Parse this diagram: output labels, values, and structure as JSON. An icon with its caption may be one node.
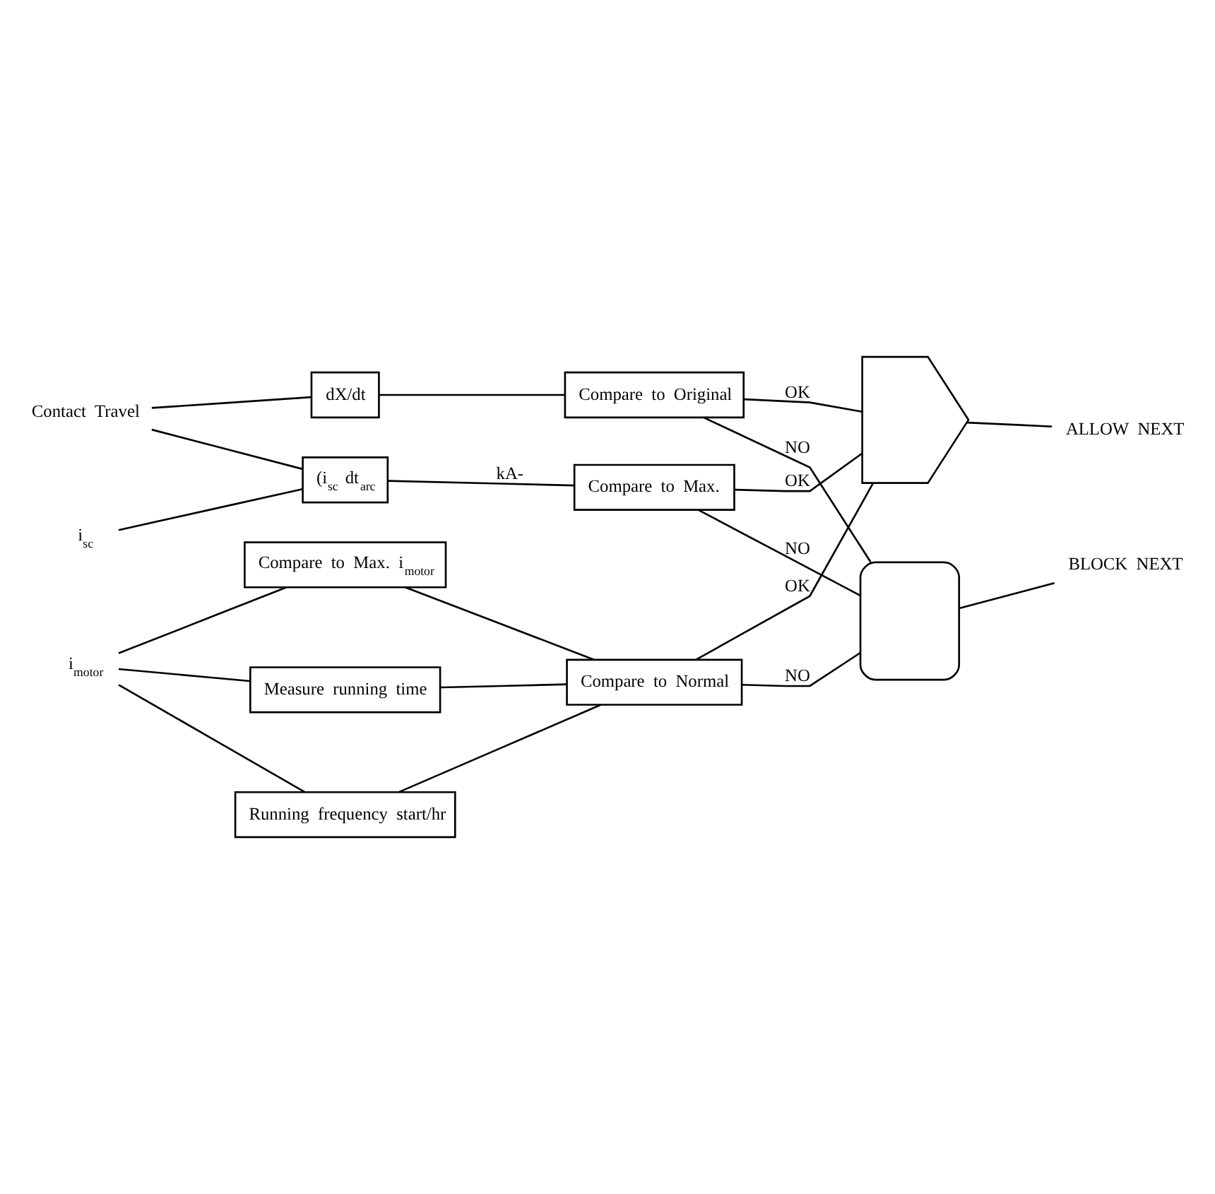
{
  "diagram": {
    "nodes": [
      {
        "text": [
          "Contact Travel"
        ]
      },
      {
        "text": [
          "dX/dt"
        ]
      },
      {
        "text": [
          "Compare to Original"
        ]
      },
      {
        "text": [
          "i$_{sc}$"
        ]
      },
      {
        "text": [
          "(i$_{sc}$ dt$_{arc}$"
        ]
      },
      {
        "text": [
          "Compare to Max."
        ]
      },
      {
        "text": [],
        "shape": "gate"
      },
      {
        "text": [
          "ALLOW NEXT"
        ]
      },
      {
        "text": [],
        "shape": "gate"
      },
      {
        "text": [
          "BLOCK NEXT"
        ]
      },
      {
        "text": [
          "i$_{motor}$"
        ]
      },
      {
        "text": [
          "Compare to Max. i$_{motor}$"
        ]
      },
      {
        "text": [
          "Measure running time"
        ]
      },
      {
        "text": [
          "Running frequency start/hr"
        ]
      },
      {
        "text": [
          "Compare to Normal"
        ]
      }
    ],
    "edges": [
      {
        "from": 0,
        "to": 1,
        "arrow": "none"
      },
      {
        "from": 0,
        "to": 4,
        "arrow": "none"
      },
      {
        "from": 3,
        "to": 4,
        "arrow": "none"
      },
      {
        "from": 1,
        "to": 2,
        "arrow": "none"
      },
      {
        "from": 4,
        "to": 5,
        "label": "kA-",
        "arrow": "none"
      },
      {
        "from": 2,
        "to": 6,
        "label": "OK",
        "arrow": "none"
      },
      {
        "from": 2,
        "to": 8,
        "label": "NO",
        "arrow": "none"
      },
      {
        "from": 5,
        "to": 6,
        "label": "OK",
        "arrow": "none"
      },
      {
        "from": 5,
        "to": 8,
        "label": "NO",
        "arrow": "none"
      },
      {
        "from": 6,
        "to": 7,
        "arrow": "none"
      },
      {
        "from": 8,
        "to": 9,
        "arrow": "none"
      },
      {
        "from": 10,
        "to": 11,
        "arrow": "none"
      },
      {
        "from": 10,
        "to": 12,
        "arrow": "none"
      },
      {
        "from": 10,
        "to": 13,
        "arrow": "none"
      },
      {
        "from": 11,
        "to": 14,
        "arrow": "none"
      },
      {
        "from": 12,
        "to": 14,
        "arrow": "none"
      },
      {
        "from": 13,
        "to": 14,
        "arrow": "none"
      },
      {
        "from": 14,
        "to": 6,
        "label": "OK",
        "arrow": "none"
      },
      {
        "from": 14,
        "to": 8,
        "label": "NO",
        "arrow": "none"
      }
    ]
  }
}
